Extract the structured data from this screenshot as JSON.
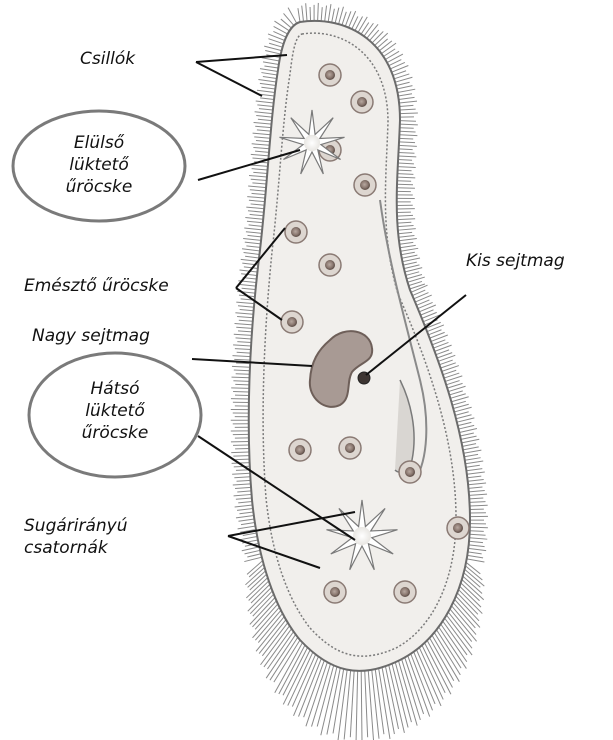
{
  "labels": {
    "cilia": "Csillók",
    "front_vacuole": [
      "Elülső",
      "lüktető",
      "űröcske"
    ],
    "digestive_vacuole": "Emésztő űröcske",
    "macronucleus": "Nagy sejtmag",
    "micronucleus": "Kis sejtmag",
    "rear_vacuole": [
      "Hátsó",
      "lüktető",
      "űröcske"
    ],
    "radial_canals": [
      "Sugárirányú",
      "csatornák"
    ]
  },
  "colors": {
    "cell_fill": "#f1efec",
    "outline": "#6b6b6b",
    "cilia": "#8a8a8a",
    "ellipse_stroke": "#7a7a7a",
    "leader": "#111111"
  }
}
